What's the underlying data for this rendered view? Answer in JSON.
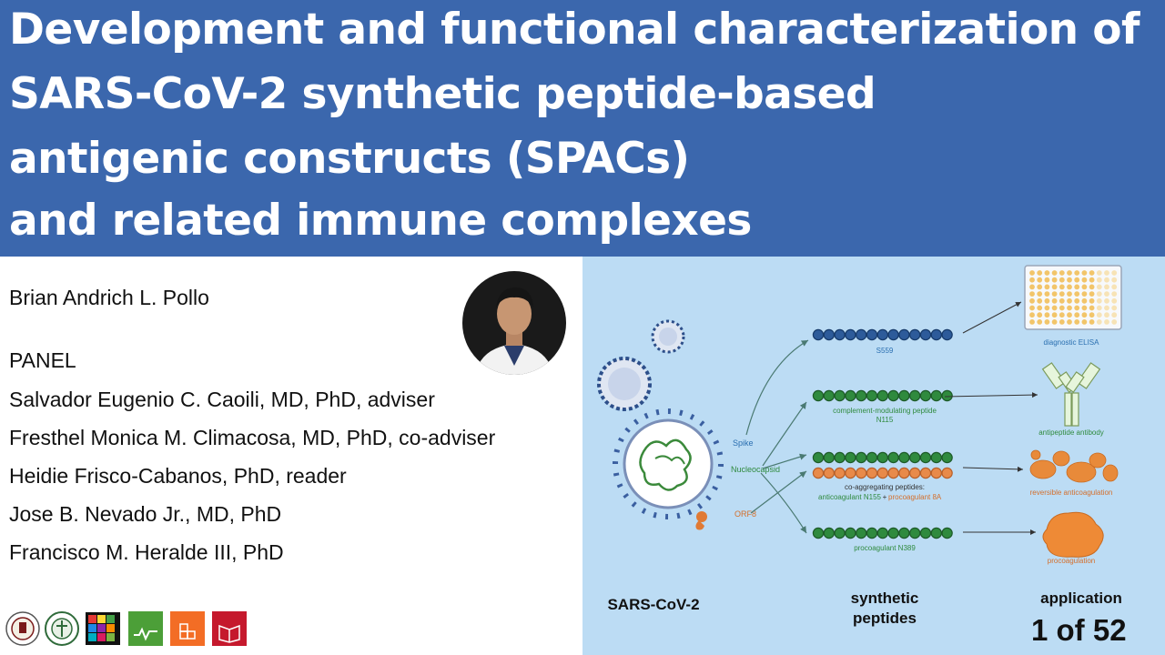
{
  "title": {
    "lines": [
      "Development and functional characterization of",
      "SARS-CoV-2 synthetic peptide-based",
      "antigenic constructs (SPACs)",
      "and related immune complexes"
    ]
  },
  "author": "Brian Andrich L. Pollo",
  "panel": {
    "heading": "PANEL",
    "members": [
      "Salvador Eugenio C. Caoili, MD, PhD, adviser",
      "Fresthel Monica M. Climacosa, MD, PhD, co-adviser",
      "Heidie Frisco-Cabanos, PhD, reader",
      "Jose B. Nevado Jr., MD, PhD",
      "Francisco M. Heralde III, PhD"
    ]
  },
  "figure": {
    "source_labels": [
      "Spike",
      "Nucleocapsid",
      "ORF8"
    ],
    "peptides": {
      "s559": "S559",
      "n115_line1": "complement-modulating peptide",
      "n115_line2": "N115",
      "coagg_line1": "co-aggregating peptides:",
      "coagg_n155": "anticoagulant N155",
      "coagg_plus": "+",
      "coagg_8a": "procoagulant 8A",
      "n389": "procoagulant N389"
    },
    "applications": {
      "elisa": "diagnostic ELISA",
      "antibody": "antipeptide antibody",
      "reversible": "reversible anticoagulation",
      "procoag": "procoagulation"
    },
    "categories": {
      "virus": "SARS-CoV-2",
      "peptides_line1": "synthetic",
      "peptides_line2": "peptides",
      "application": "application"
    },
    "colors": {
      "spike_blue": "#2d5b9a",
      "green": "#2f8a3e",
      "orange": "#e88a4a",
      "label_blue": "#2a6fb0",
      "label_orange": "#d46f2c",
      "label_green": "#2f8a3e"
    }
  },
  "page_indicator": "1 of 52",
  "logos": [
    "university-seal-icon",
    "college-seal-icon",
    "viva-logo-icon",
    "sdg-3-icon",
    "sdg-9-icon",
    "sdg-4-icon"
  ]
}
